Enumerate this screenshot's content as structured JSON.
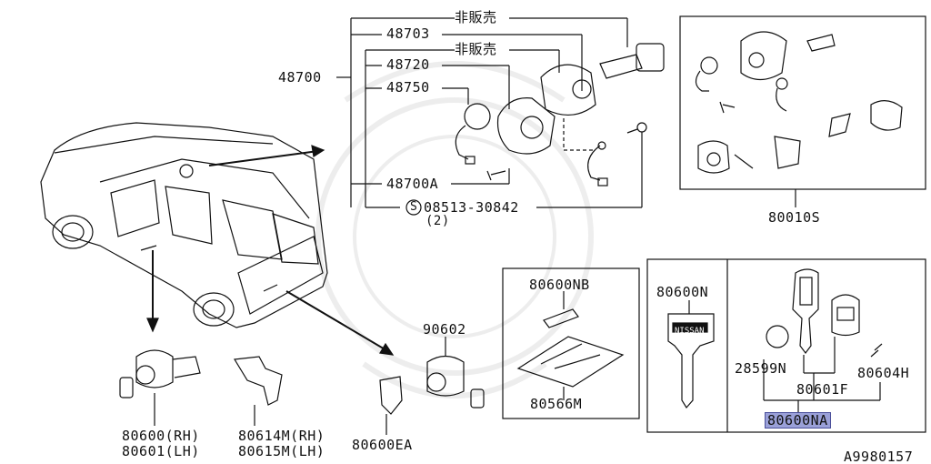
{
  "labels": {
    "hanbai1": "非販売",
    "hanbai2": "非販売",
    "p48703": "48703",
    "p48700": "48700",
    "p48720": "48720",
    "p48750": "48750",
    "p48700A": "48700A",
    "p08513": "08513-30842",
    "p08513_qty": "(2)",
    "p80010S": "80010S",
    "p80600NB": "80600NB",
    "p80566M": "80566M",
    "p80600N": "80600N",
    "p28599N": "28599N",
    "p80601F": "80601F",
    "p80604H": "80604H",
    "p80600NA": "80600NA",
    "p90602": "90602",
    "p80600RH": "80600(RH)",
    "p80601LH": "80601(LH)",
    "p80614M": "80614M(RH)",
    "p80615M": "80615M(LH)",
    "p80600EA": "80600EA",
    "diagram_id": "A9980157",
    "screw_symbol": "S",
    "key_brand": "NISSAN"
  },
  "colors": {
    "line": "#111111",
    "highlight": "#9aa0d8"
  }
}
